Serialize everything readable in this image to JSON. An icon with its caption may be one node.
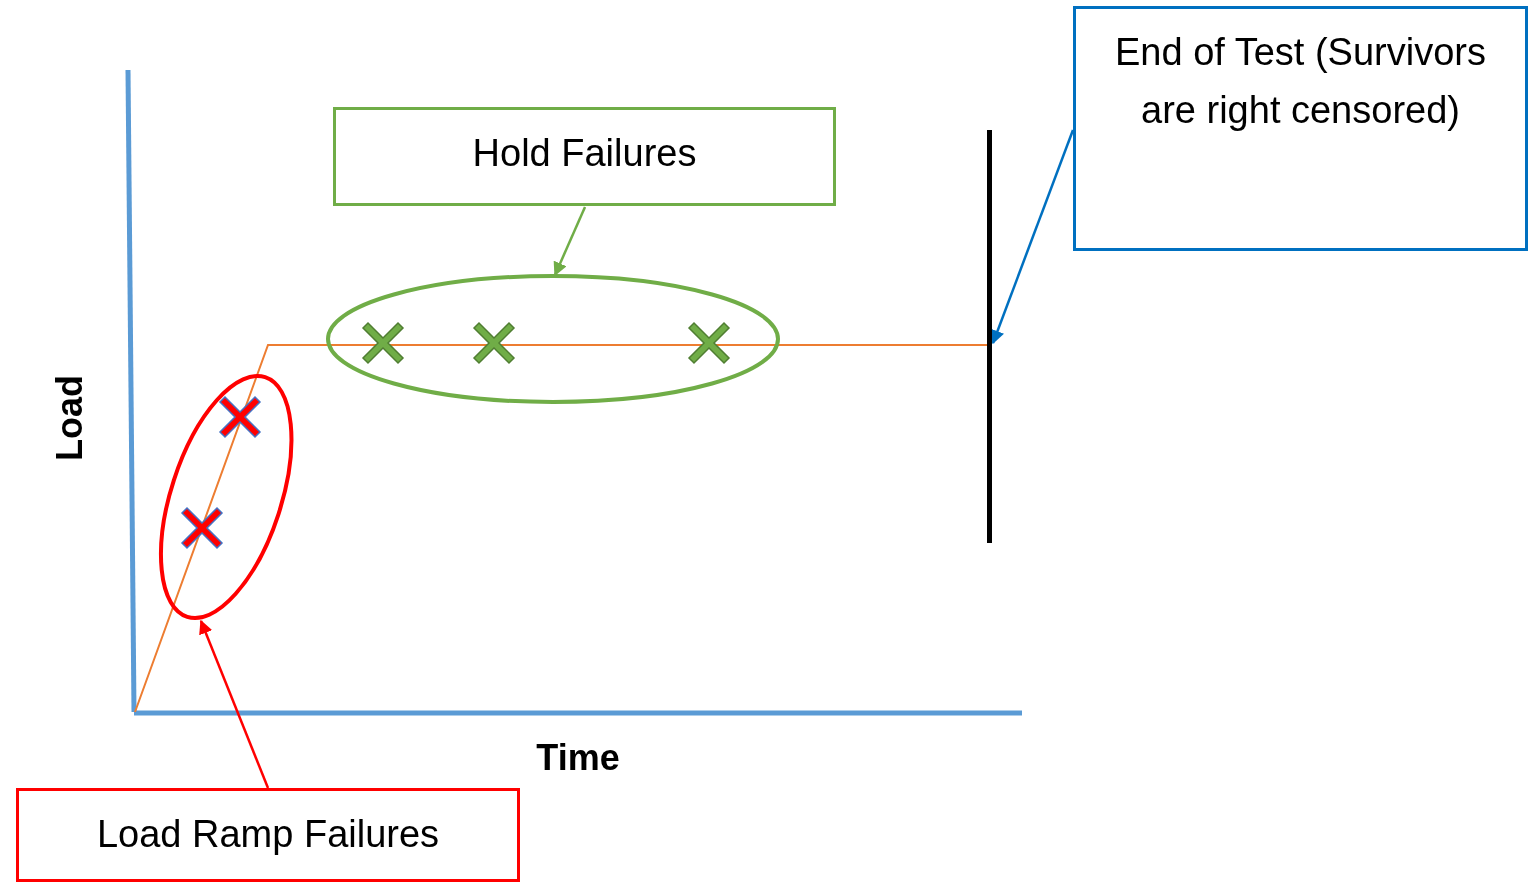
{
  "diagram": {
    "nodes": [
      {
        "text": [
          "End of Test (Survivors are right censored)"
        ]
      },
      {
        "text": [
          "Hold Failures"
        ]
      },
      {
        "text": [],
        "shape": "ellipse"
      },
      {
        "text": [],
        "shape": "bar"
      },
      {
        "text": [],
        "shape": "ellipse"
      },
      {
        "text": [
          "Load Ramp Failures"
        ]
      }
    ],
    "edges": [
      {
        "from": 0,
        "to": 3,
        "arrow": "to",
        "color": "#0070c0"
      },
      {
        "from": 1,
        "to": 2,
        "arrow": "to",
        "color": "#70ad47"
      },
      {
        "from": 5,
        "to": 4,
        "arrow": "to",
        "color": "#ff0000"
      }
    ],
    "labels": [
      "Load",
      "Time"
    ]
  }
}
